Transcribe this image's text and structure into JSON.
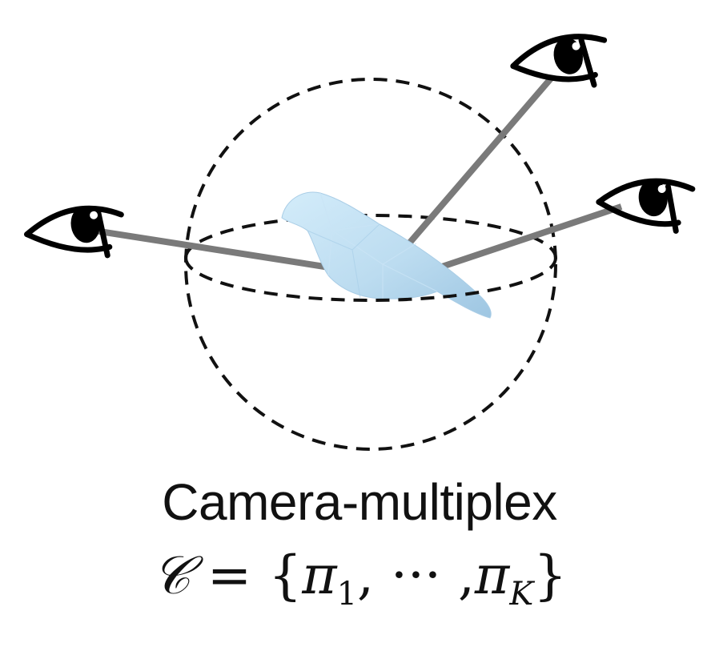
{
  "caption": {
    "title": "Camera-multiplex",
    "formula": {
      "set_symbol": "𝒞",
      "equals": "=",
      "open_brace": "{",
      "element_symbol": "π",
      "first_subscript": "1",
      "separator1": ",",
      "ellipsis": "···",
      "separator2": ",",
      "last_subscript": "K",
      "close_brace": "}"
    }
  },
  "colors": {
    "sphere_stroke": "#111111",
    "view_ray": "#7a7a7a",
    "bird_fill": "#bcdcf0",
    "eye_stroke": "#000000"
  },
  "icons": {
    "cameras": [
      "eye-icon",
      "eye-icon",
      "eye-icon"
    ],
    "object": "bird-mesh"
  }
}
